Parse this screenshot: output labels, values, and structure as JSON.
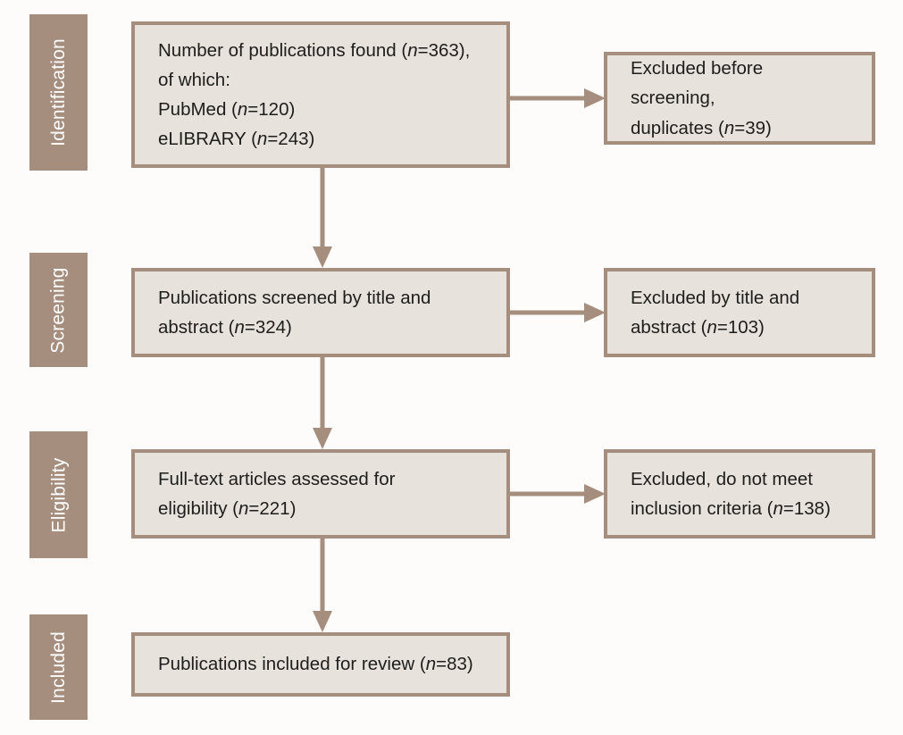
{
  "figure": {
    "kind": "prisma-flow-diagram",
    "colors": {
      "background": "#fdfcfb",
      "accent": "#a68e7e",
      "box_fill": "#e8e2dc",
      "box_border": "#a68e7e",
      "stage_label_text": "#ffffff",
      "box_text": "#1d1d1b",
      "connector": "#a68e7e"
    }
  },
  "stages": [
    {
      "id": "identification",
      "label": "Identification"
    },
    {
      "id": "screening",
      "label": "Screening"
    },
    {
      "id": "eligibility",
      "label": "Eligibility"
    },
    {
      "id": "included",
      "label": "Included"
    }
  ],
  "main_boxes": [
    {
      "id": "records-found",
      "stage": "identification",
      "lines": [
        "Number of publications found (n=363),",
        "of which:",
        "PubMed (n=120)",
        "eLIBRARY (n=243)"
      ],
      "text": "Number of publications found (n=363),\nof which:\nPubMed (n=120)\neLIBRARY (n=243)",
      "counts": {
        "total": 363,
        "pubmed": 120,
        "elibrary": 243
      }
    },
    {
      "id": "records-screened",
      "stage": "screening",
      "lines": [
        "Publications screened by title and",
        "abstract (n=324)"
      ],
      "text": "Publications screened by title and\nabstract (n=324)",
      "counts": {
        "n": 324
      }
    },
    {
      "id": "fulltext-assessed",
      "stage": "eligibility",
      "lines": [
        "Full-text articles assessed for",
        "eligibility (n=221)"
      ],
      "text": "Full-text articles assessed for\neligibility (n=221)",
      "counts": {
        "n": 221
      }
    },
    {
      "id": "included-for-review",
      "stage": "included",
      "lines": [
        "Publications included for review (n=83)"
      ],
      "text": "Publications included for review (n=83)",
      "counts": {
        "n": 83
      }
    }
  ],
  "exclusion_boxes": [
    {
      "id": "excluded-duplicates",
      "stage": "identification",
      "lines": [
        "Excluded before screening,",
        "duplicates (n=39)"
      ],
      "text": "Excluded before screening,\nduplicates (n=39)",
      "counts": {
        "n": 39
      }
    },
    {
      "id": "excluded-title-abstract",
      "stage": "screening",
      "lines": [
        "Excluded by title and",
        "abstract (n=103)"
      ],
      "text": "Excluded by title and\nabstract (n=103)",
      "counts": {
        "n": 103
      }
    },
    {
      "id": "excluded-inclusion-criteria",
      "stage": "eligibility",
      "lines": [
        "Excluded, do not meet",
        "inclusion criteria (n=138)"
      ],
      "text": "Excluded, do not meet\ninclusion criteria (n=138)",
      "counts": {
        "n": 138
      }
    }
  ],
  "connectors": [
    {
      "id": "arrow-found-to-screened",
      "direction": "down",
      "from": "records-found",
      "to": "records-screened"
    },
    {
      "id": "arrow-screened-to-fulltext",
      "direction": "down",
      "from": "records-screened",
      "to": "fulltext-assessed"
    },
    {
      "id": "arrow-fulltext-to-included",
      "direction": "down",
      "from": "fulltext-assessed",
      "to": "included-for-review"
    },
    {
      "id": "arrow-found-to-excluded",
      "direction": "right",
      "from": "records-found",
      "to": "excluded-duplicates"
    },
    {
      "id": "arrow-screened-to-excluded",
      "direction": "right",
      "from": "records-screened",
      "to": "excluded-title-abstract"
    },
    {
      "id": "arrow-fulltext-to-excluded",
      "direction": "right",
      "from": "fulltext-assessed",
      "to": "excluded-inclusion-criteria"
    }
  ]
}
